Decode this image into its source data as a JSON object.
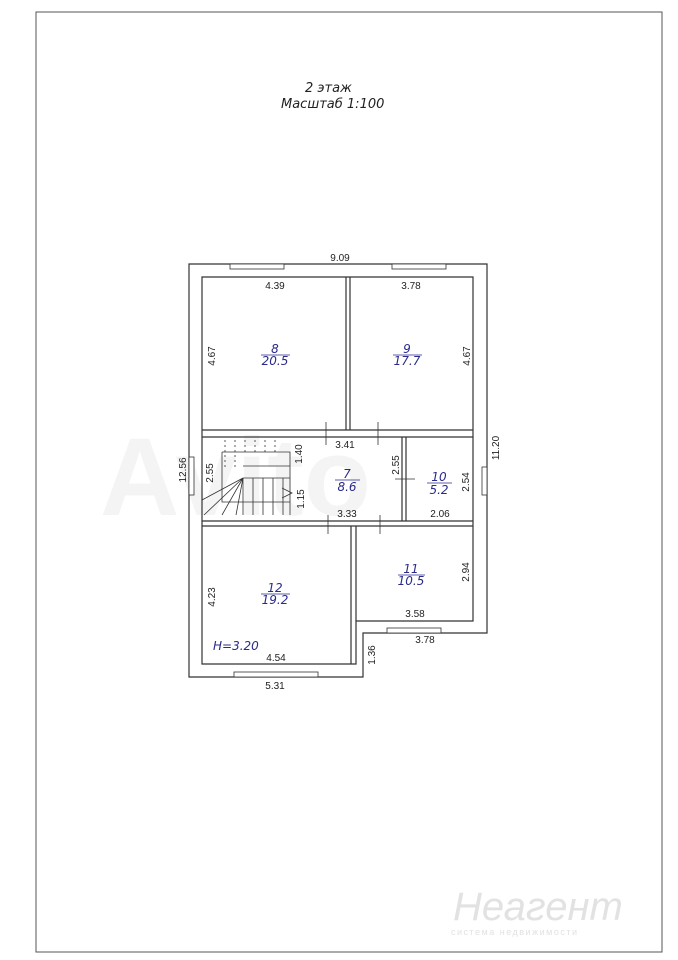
{
  "header": {
    "floor": "2 этаж",
    "scale": "Масштаб 1:100"
  },
  "rooms": [
    {
      "number": "8",
      "area": "20.5"
    },
    {
      "number": "9",
      "area": "17.7"
    },
    {
      "number": "7",
      "area": "8.6"
    },
    {
      "number": "10",
      "area": "5.2"
    },
    {
      "number": "11",
      "area": "10.5"
    },
    {
      "number": "12",
      "area": "19.2"
    }
  ],
  "height_label": "H=3.20",
  "dimensions": {
    "top_total": "9.09",
    "room8_width": "4.39",
    "room9_width": "3.78",
    "room8_height": "4.67",
    "room9_height": "4.67",
    "right_total": "11.20",
    "left_total": "12.56",
    "hall_top": "3.41",
    "hall_bottom": "3.33",
    "hall_height": "2.55",
    "stair_height": "2.55",
    "stair_upper": "1.40",
    "stair_lower": "1.15",
    "room10_height": "2.54",
    "room10_width": "2.06",
    "room11_height": "2.94",
    "room11_width": "3.58",
    "room11_outer": "3.78",
    "room12_height": "4.23",
    "room12_width": "4.54",
    "bottom_total": "5.31",
    "notch": "1.36"
  },
  "watermark": {
    "brand": "Неагент",
    "tagline": "система недвижимости",
    "avito": "Avito"
  }
}
